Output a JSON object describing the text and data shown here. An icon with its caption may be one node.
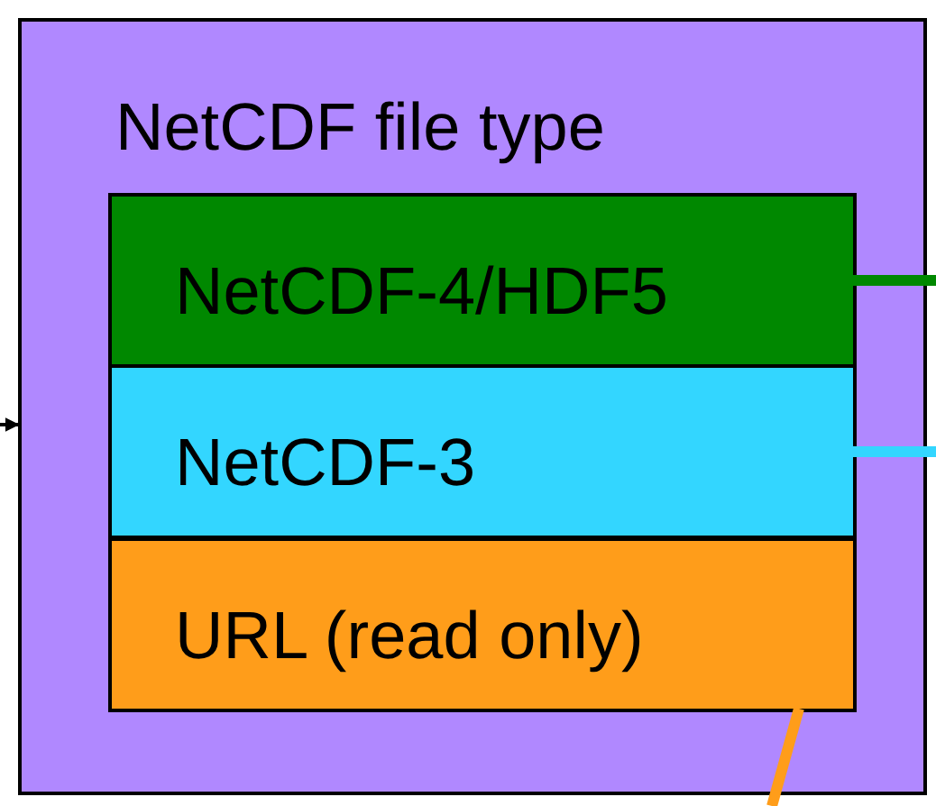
{
  "diagram": {
    "nodes": [
      {
        "text": [
          "NetCDF file type"
        ]
      },
      {
        "text": [
          "NetCDF-4/HDF5"
        ],
        "in": 0
      },
      {
        "text": [
          "NetCDF-3"
        ],
        "in": 0
      },
      {
        "text": [
          "URL (read only)"
        ],
        "in": 0
      }
    ],
    "edges": [
      {
        "from": null,
        "to": 0,
        "arrow": "to",
        "color": "#000000"
      },
      {
        "from": 1,
        "to": null,
        "arrow": "none",
        "color": "#008800"
      },
      {
        "from": 2,
        "to": null,
        "arrow": "none",
        "color": "#33d6ff"
      },
      {
        "from": 3,
        "to": null,
        "arrow": "none",
        "color": "#ff9d1a"
      }
    ]
  }
}
